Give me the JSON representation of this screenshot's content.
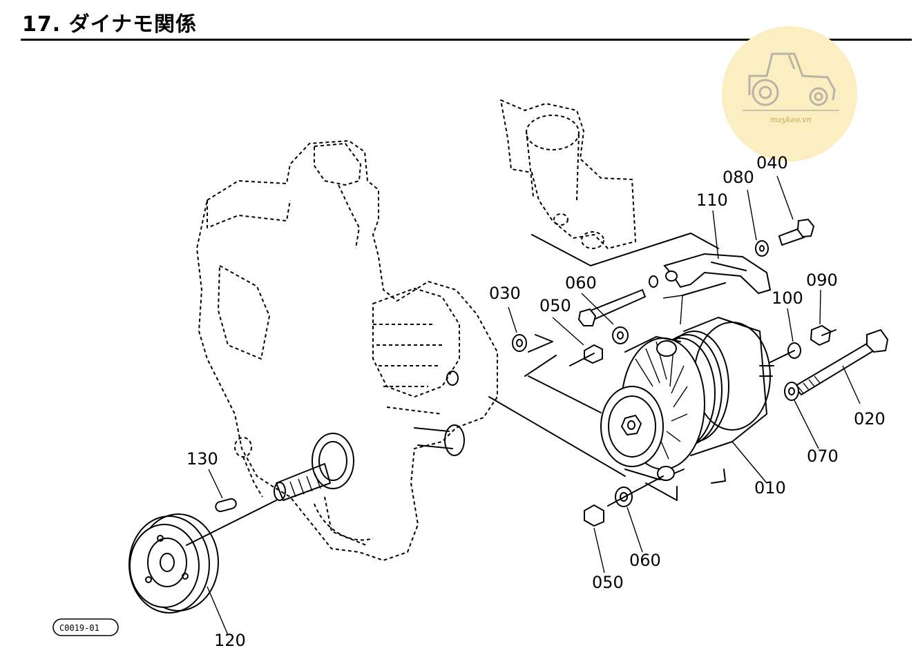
{
  "header": {
    "title": "17. ダイナモ関係"
  },
  "figure_ref": "C0019-01",
  "watermark": {
    "text": "maykeo.vn",
    "icon": "tractor-icon",
    "color": "#fbeec0"
  },
  "callouts": {
    "p010": "010",
    "p020": "020",
    "p030": "030",
    "p040": "040",
    "p050_top": "050",
    "p050_bottom": "050",
    "p060_top": "060",
    "p060_bottom": "060",
    "p070": "070",
    "p080": "080",
    "p090": "090",
    "p100": "100",
    "p110": "110",
    "p120": "120",
    "p130": "130"
  }
}
